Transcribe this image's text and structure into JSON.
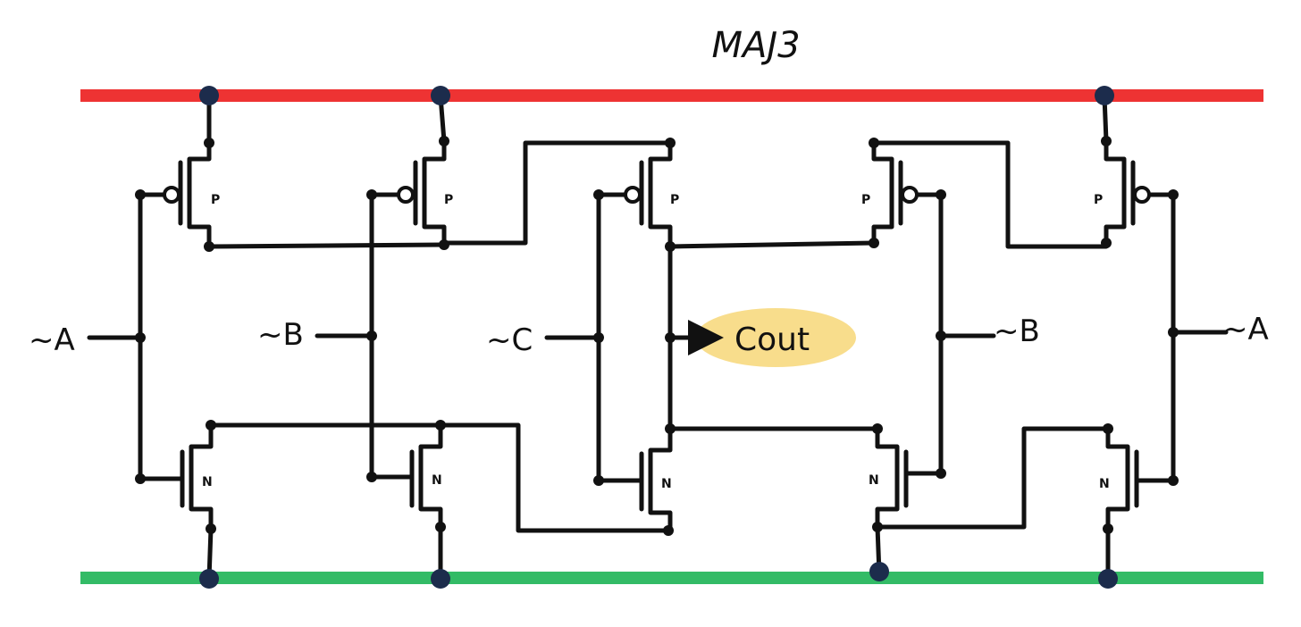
{
  "title": "MAJ3",
  "output_label": "Cout",
  "left_inputs": [
    "~A",
    "~B",
    "~C"
  ],
  "right_inputs": [
    "~B",
    "~A"
  ],
  "pmos_tag": "P",
  "nmos_tag": "N",
  "colors": {
    "vdd_rail": "#ee3333",
    "gnd_rail": "#33bb66",
    "wire": "#111111",
    "rail_node": "#1c2c4c",
    "output_highlight": "#f8dd8c"
  }
}
